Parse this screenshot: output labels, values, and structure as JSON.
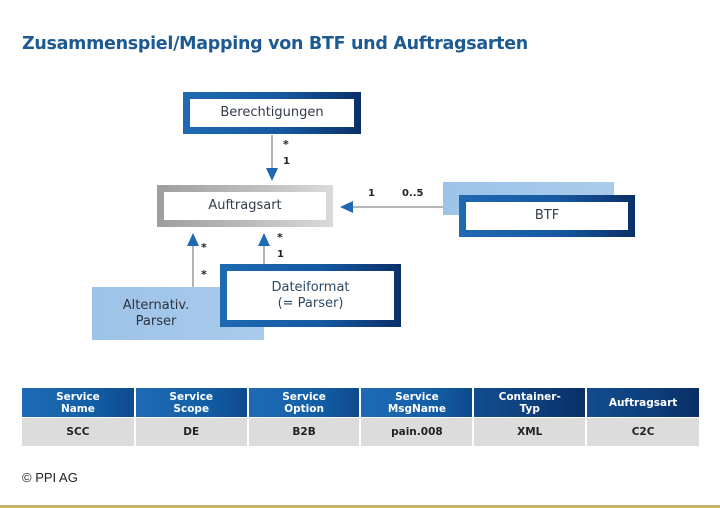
{
  "title": "Zusammenspiel/Mapping von BTF und Auftragsarten",
  "diagram": {
    "nodes": {
      "berechtigungen": "Berechtigungen",
      "auftragsart": "Auftragsart",
      "btf": "BTF",
      "dateiformat_line1": "Dateiformat",
      "dateiformat_line2": "(= Parser)",
      "alternativ_line1": "Alternativ.",
      "alternativ_line2": "Parser"
    },
    "multiplicities": {
      "berechtigungen_star": "*",
      "berechtigungen_one": "1",
      "btf_one": "1",
      "btf_range": "0..5",
      "alternativ_top_star": "*",
      "alternativ_bottom_star": "*",
      "dateiformat_star": "*",
      "dateiformat_one": "1"
    },
    "colors": {
      "blue_frame": "#1559a1",
      "dark_blue": "#0b3069",
      "light_blue": "#a9cbeb",
      "grey_frame": "#bdbdbd",
      "arrow_head": "#1e6ab2",
      "arrow_line": "#8a8a8a"
    }
  },
  "table": {
    "headers": [
      {
        "line1": "Service",
        "line2": "Name"
      },
      {
        "line1": "Service",
        "line2": "Scope"
      },
      {
        "line1": "Service",
        "line2": "Option"
      },
      {
        "line1": "Service",
        "line2": "MsgName"
      },
      {
        "line1": "Container-",
        "line2": "Typ"
      },
      {
        "line1": "Auftragsart",
        "line2": ""
      }
    ],
    "rows": [
      [
        "SCC",
        "DE",
        "B2B",
        "pain.008",
        "XML",
        "C2C"
      ]
    ]
  },
  "footer": {
    "copyright": "© PPI AG"
  }
}
